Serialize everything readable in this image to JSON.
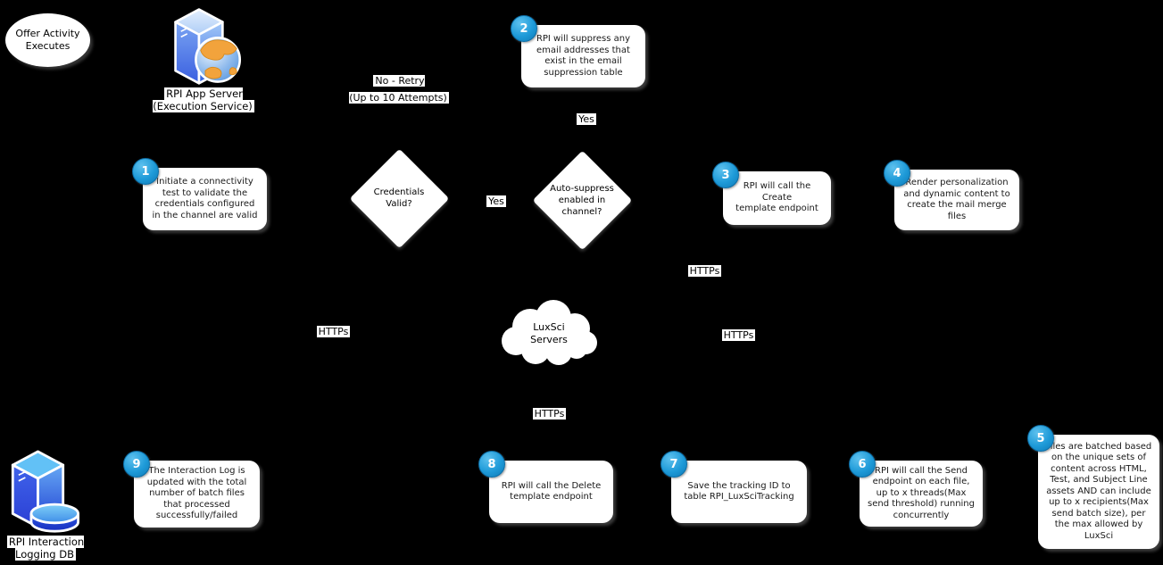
{
  "colors": {
    "background": "#000000",
    "badge_blue": "#1e9ad8",
    "node_fill": "#ffffff",
    "text": "#000000",
    "server_blue": "#4a7de8",
    "globe_orange": "#f2a33c"
  },
  "nodes": {
    "start": {
      "label": "Offer Activity\nExecutes"
    },
    "app_server": {
      "label": "RPI App Server\n(Execution Service)"
    },
    "logging_db": {
      "label": "RPI Interaction\nLogging DB"
    },
    "cloud": {
      "label": "LuxSci\nServers"
    },
    "credentials_decision": {
      "label": "Credentials\nValid?"
    },
    "autosuppress_decision": {
      "label": "Auto-suppress\nenabled in\nchannel?"
    }
  },
  "edge_labels": {
    "no_retry": "No - Retry\n(Up to 10 Attempts)",
    "yes_credentials": "Yes",
    "yes_autosuppress": "Yes",
    "https_left": "HTTPs",
    "https_upper_right": "HTTPs",
    "https_lower_right": "HTTPs",
    "https_bottom": "HTTPs"
  },
  "steps": [
    {
      "num": "1",
      "text": "Initiate a connectivity\ntest to validate the\ncredentials configured\nin the channel are valid"
    },
    {
      "num": "2",
      "text": "RPI will suppress any\nemail addresses that\nexist in the email\nsuppression table"
    },
    {
      "num": "3",
      "text": "RPI will call the Create\ntemplate endpoint"
    },
    {
      "num": "4",
      "text": "Render personalization\nand dynamic content to\ncreate the mail merge\nfiles"
    },
    {
      "num": "5",
      "text": "Files are batched based\non the unique sets of\ncontent across HTML,\nTest, and Subject Line\nassets AND can include\nup to x recipients(Max\nsend batch size), per\nthe max allowed by\nLuxSci"
    },
    {
      "num": "6",
      "text": "RPI will call the Send\nendpoint on each file,\nup to x threads(Max\nsend threshold) running\nconcurrently"
    },
    {
      "num": "7",
      "text": "Save the tracking ID to\ntable RPI_LuxSciTracking"
    },
    {
      "num": "8",
      "text": "RPI will call the Delete\ntemplate endpoint"
    },
    {
      "num": "9",
      "text": "The Interaction Log is\nupdated with the total\nnumber of batch files\nthat processed\nsuccessfully/failed"
    }
  ]
}
